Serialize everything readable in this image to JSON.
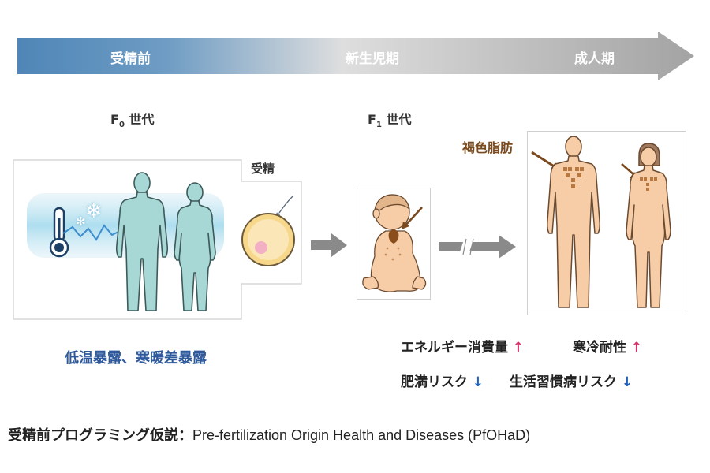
{
  "timeline": {
    "stage_preconception": "受精前",
    "stage_neonatal": "新生児期",
    "stage_adult": "成人期",
    "colors": {
      "start": "#4f86b7",
      "mid": "#dcdcdc",
      "end": "#a6a6a6"
    }
  },
  "generations": {
    "f0": {
      "prefix": "F",
      "sub": "0",
      "suffix": " 世代"
    },
    "f1": {
      "prefix": "F",
      "sub": "1",
      "suffix": " 世代"
    }
  },
  "fertilization_label": "受精",
  "brown_fat_label": "褐色脂肪",
  "exposure_caption": "低温暴露、寒暖差暴露",
  "effects": [
    {
      "text": "エネルギー消費量",
      "arrow": "↑",
      "arrow_color": "#d6336c"
    },
    {
      "text": "寒冷耐性",
      "arrow": "↑",
      "arrow_color": "#d6336c"
    },
    {
      "text": "肥満リスク",
      "arrow": "↓",
      "arrow_color": "#1f5fbf"
    },
    {
      "text": "生活習慣病リスク",
      "arrow": "↓",
      "arrow_color": "#1f5fbf"
    }
  ],
  "hypothesis": {
    "label": "受精前プログラミング仮説：",
    "text": "Pre-fertilization Origin Health and Diseases (PfOHaD)"
  },
  "icons": [
    "thermometer-icon",
    "snowflake-icon",
    "sperm-icon",
    "egg-cell-icon",
    "right-arrow-icon"
  ],
  "colors": {
    "brown": "#7a4a1e",
    "skin": "#f6cda6",
    "cold_figure": "#a8d8d6",
    "caption_blue": "#2e5a9c"
  }
}
